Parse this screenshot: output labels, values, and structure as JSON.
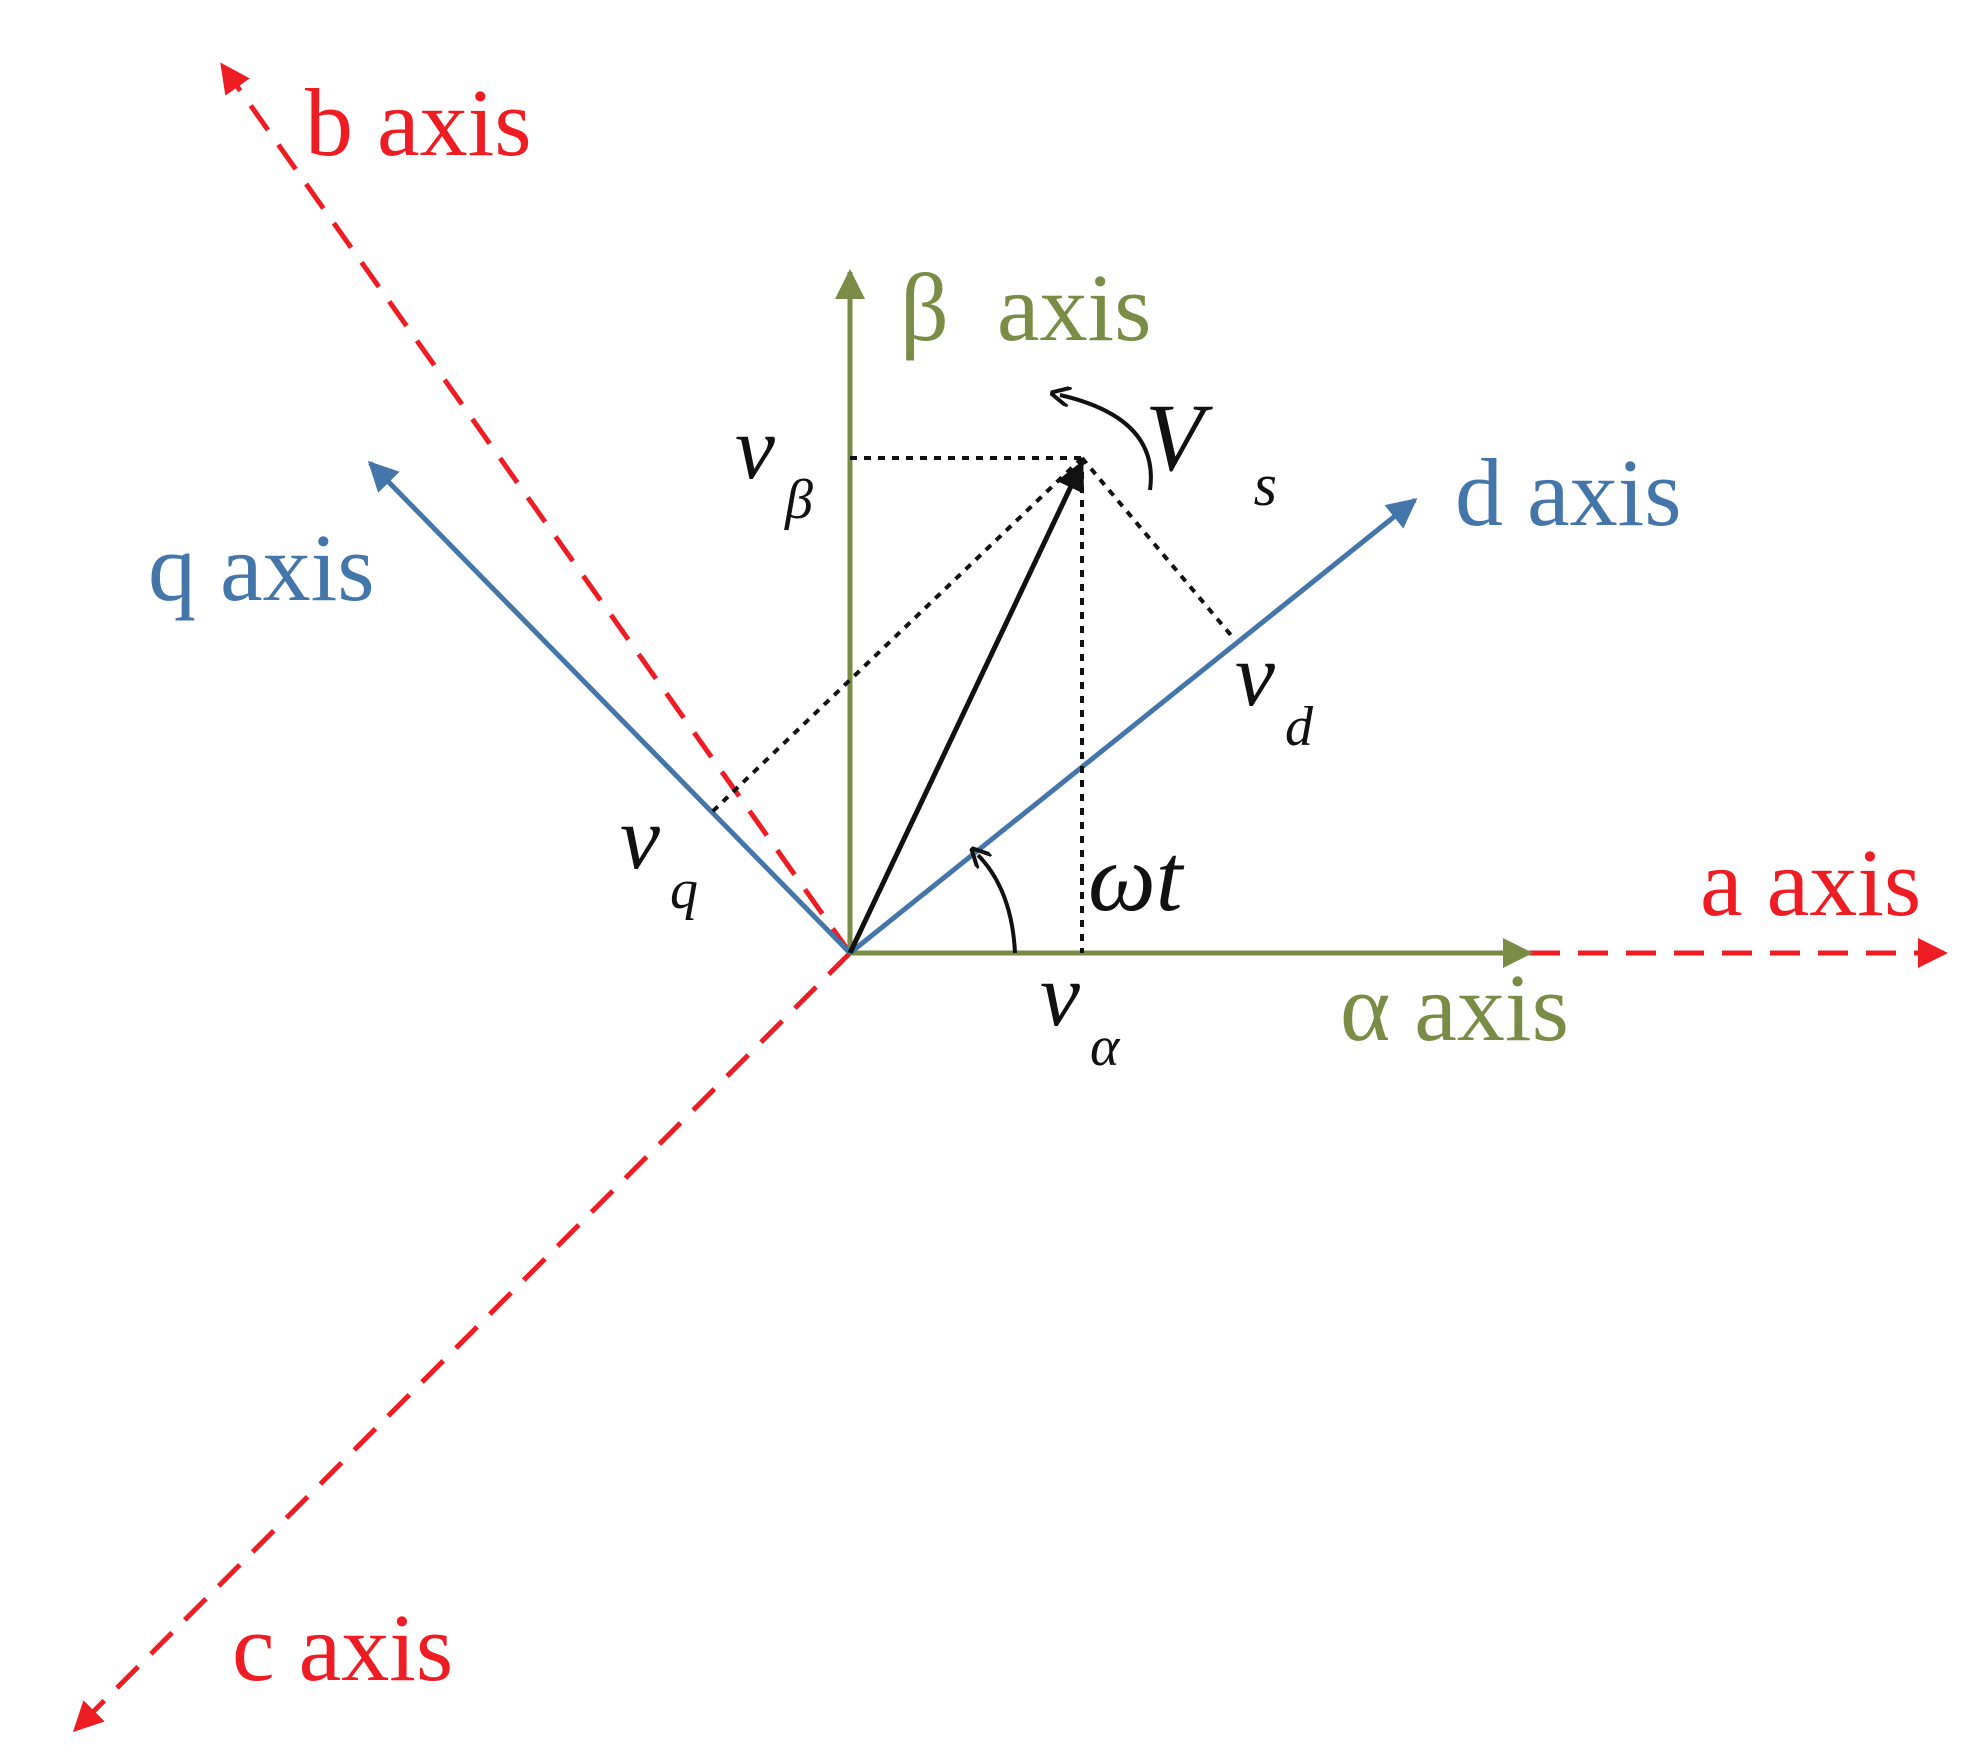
{
  "colors": {
    "abc": "#ee1d23",
    "alphabeta": "#7a8c46",
    "dq": "#4476aa",
    "vector": "#111111"
  },
  "labels": {
    "a_axis": "a axis",
    "b_axis": "b axis",
    "c_axis": "c axis",
    "alpha_axis": "α axis",
    "beta_axis": "β  axis",
    "d_axis": "d axis",
    "q_axis": "q axis"
  },
  "symbols": {
    "v_beta": {
      "main": "v",
      "sub": "β"
    },
    "v_alpha": {
      "main": "v",
      "sub": "α"
    },
    "v_d": {
      "main": "v",
      "sub": "d"
    },
    "v_q": {
      "main": "v",
      "sub": "q"
    },
    "V_s": {
      "main": "V",
      "sub": "s"
    },
    "omega_t": "ωt"
  }
}
